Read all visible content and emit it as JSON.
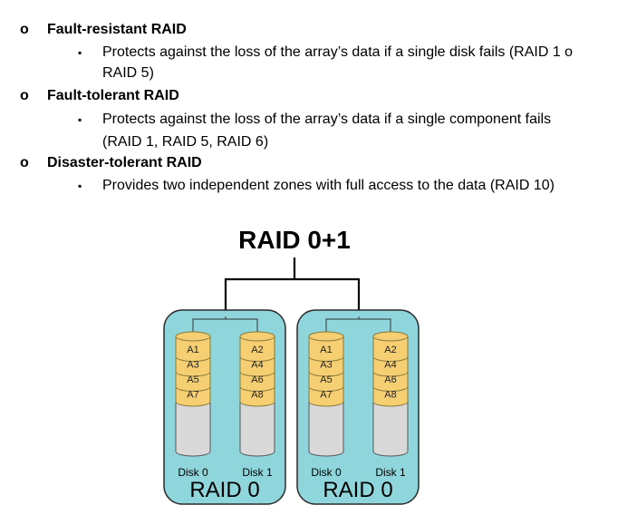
{
  "bullets": [
    {
      "title": "Fault-resistant RAID",
      "sub_lines": [
        "Protects against the loss of the array’s data if a single disk fails (RAID 1 o",
        "RAID 5)"
      ]
    },
    {
      "title": "Fault-tolerant RAID",
      "sub_lines": [
        "Protects against the loss of the array’s data if a single component fails",
        "(RAID 1, RAID 5, RAID 6)"
      ]
    },
    {
      "title": "Disaster-tolerant RAID",
      "sub_lines": [
        "Provides two independent zones with full access to the data (RAID 10)"
      ]
    }
  ],
  "markers": {
    "level1": "o",
    "level2": "▪"
  },
  "diagram": {
    "title": "RAID 0+1",
    "groups": [
      {
        "label": "RAID 0",
        "disks": [
          {
            "label": "Disk 0",
            "blocks": [
              "A1",
              "A3",
              "A5",
              "A7"
            ]
          },
          {
            "label": "Disk 1",
            "blocks": [
              "A2",
              "A4",
              "A6",
              "A8"
            ]
          }
        ]
      },
      {
        "label": "RAID 0",
        "disks": [
          {
            "label": "Disk 0",
            "blocks": [
              "A1",
              "A3",
              "A5",
              "A7"
            ]
          },
          {
            "label": "Disk 1",
            "blocks": [
              "A2",
              "A4",
              "A6",
              "A8"
            ]
          }
        ]
      }
    ],
    "colors": {
      "group_fill": "#8fd6dc",
      "group_stroke": "#2a2a2a",
      "disk_body": "#d9d9d9",
      "disk_stroke": "#555555",
      "block_fill": "#f6cf73",
      "block_stroke": "#8a7a3a"
    }
  }
}
